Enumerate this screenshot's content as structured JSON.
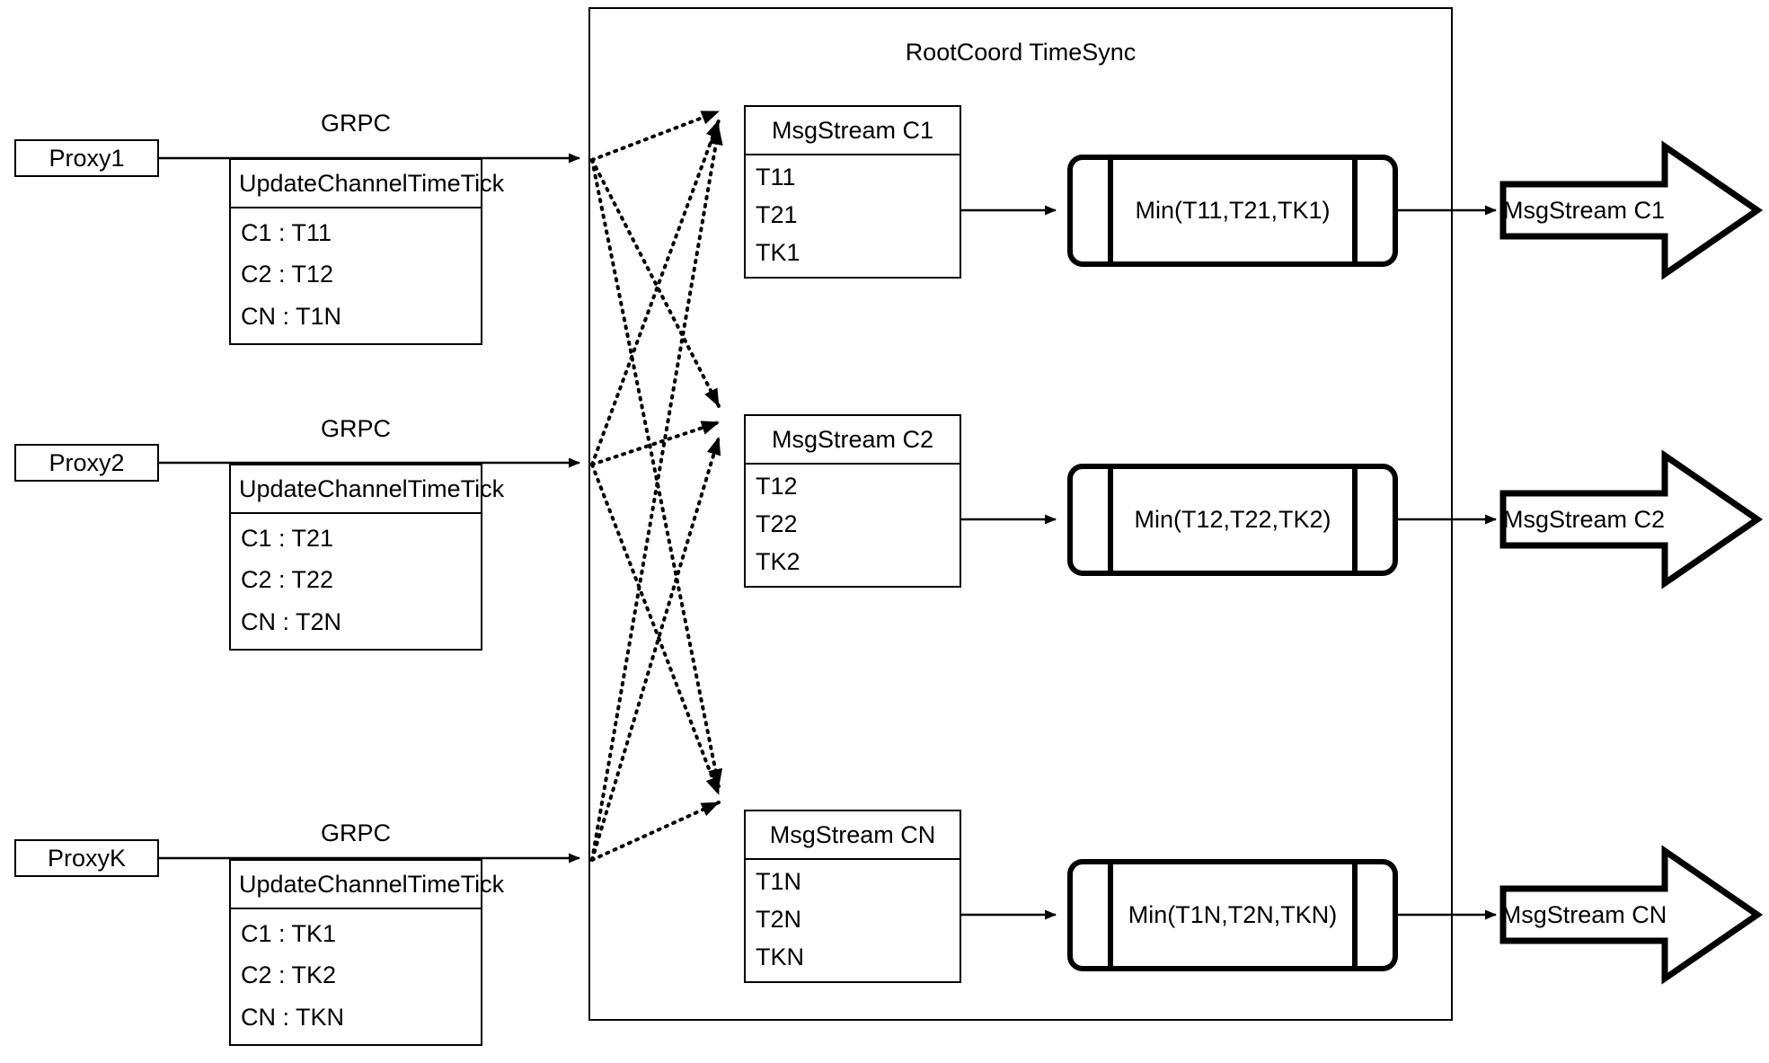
{
  "diagram": {
    "title": "RootCoord TimeSync",
    "link_label": "GRPC",
    "proxies": [
      {
        "name": "Proxy1",
        "link_label": "GRPC",
        "request": {
          "header": "UpdateChannelTimeTick",
          "rows": [
            "C1 :  T11",
            "C2 :  T12",
            "CN : T1N"
          ]
        }
      },
      {
        "name": "Proxy2",
        "link_label": "GRPC",
        "request": {
          "header": "UpdateChannelTimeTick",
          "rows": [
            "C1 :  T21",
            "C2 :  T22",
            "CN : T2N"
          ]
        }
      },
      {
        "name": "ProxyK",
        "link_label": "GRPC",
        "request": {
          "header": "UpdateChannelTimeTick",
          "rows": [
            "C1 :  TK1",
            "C2 :  TK2",
            "CN : TKN"
          ]
        }
      }
    ],
    "channels": [
      {
        "stream": {
          "header": "MsgStream C1",
          "rows": [
            "T11",
            "T21",
            "TK1"
          ]
        },
        "min": "Min(T11,T21,TK1)",
        "output": "MsgStream C1"
      },
      {
        "stream": {
          "header": "MsgStream C2",
          "rows": [
            "T12",
            "T22",
            "TK2"
          ]
        },
        "min": "Min(T12,T22,TK2)",
        "output": "MsgStream C2"
      },
      {
        "stream": {
          "header": "MsgStream CN",
          "rows": [
            "T1N",
            "T2N",
            "TKN"
          ]
        },
        "min": "Min(T1N,T2N,TKN)",
        "output": "MsgStream CN"
      }
    ],
    "colors": {
      "stroke": "#000000",
      "background": "#ffffff"
    }
  }
}
